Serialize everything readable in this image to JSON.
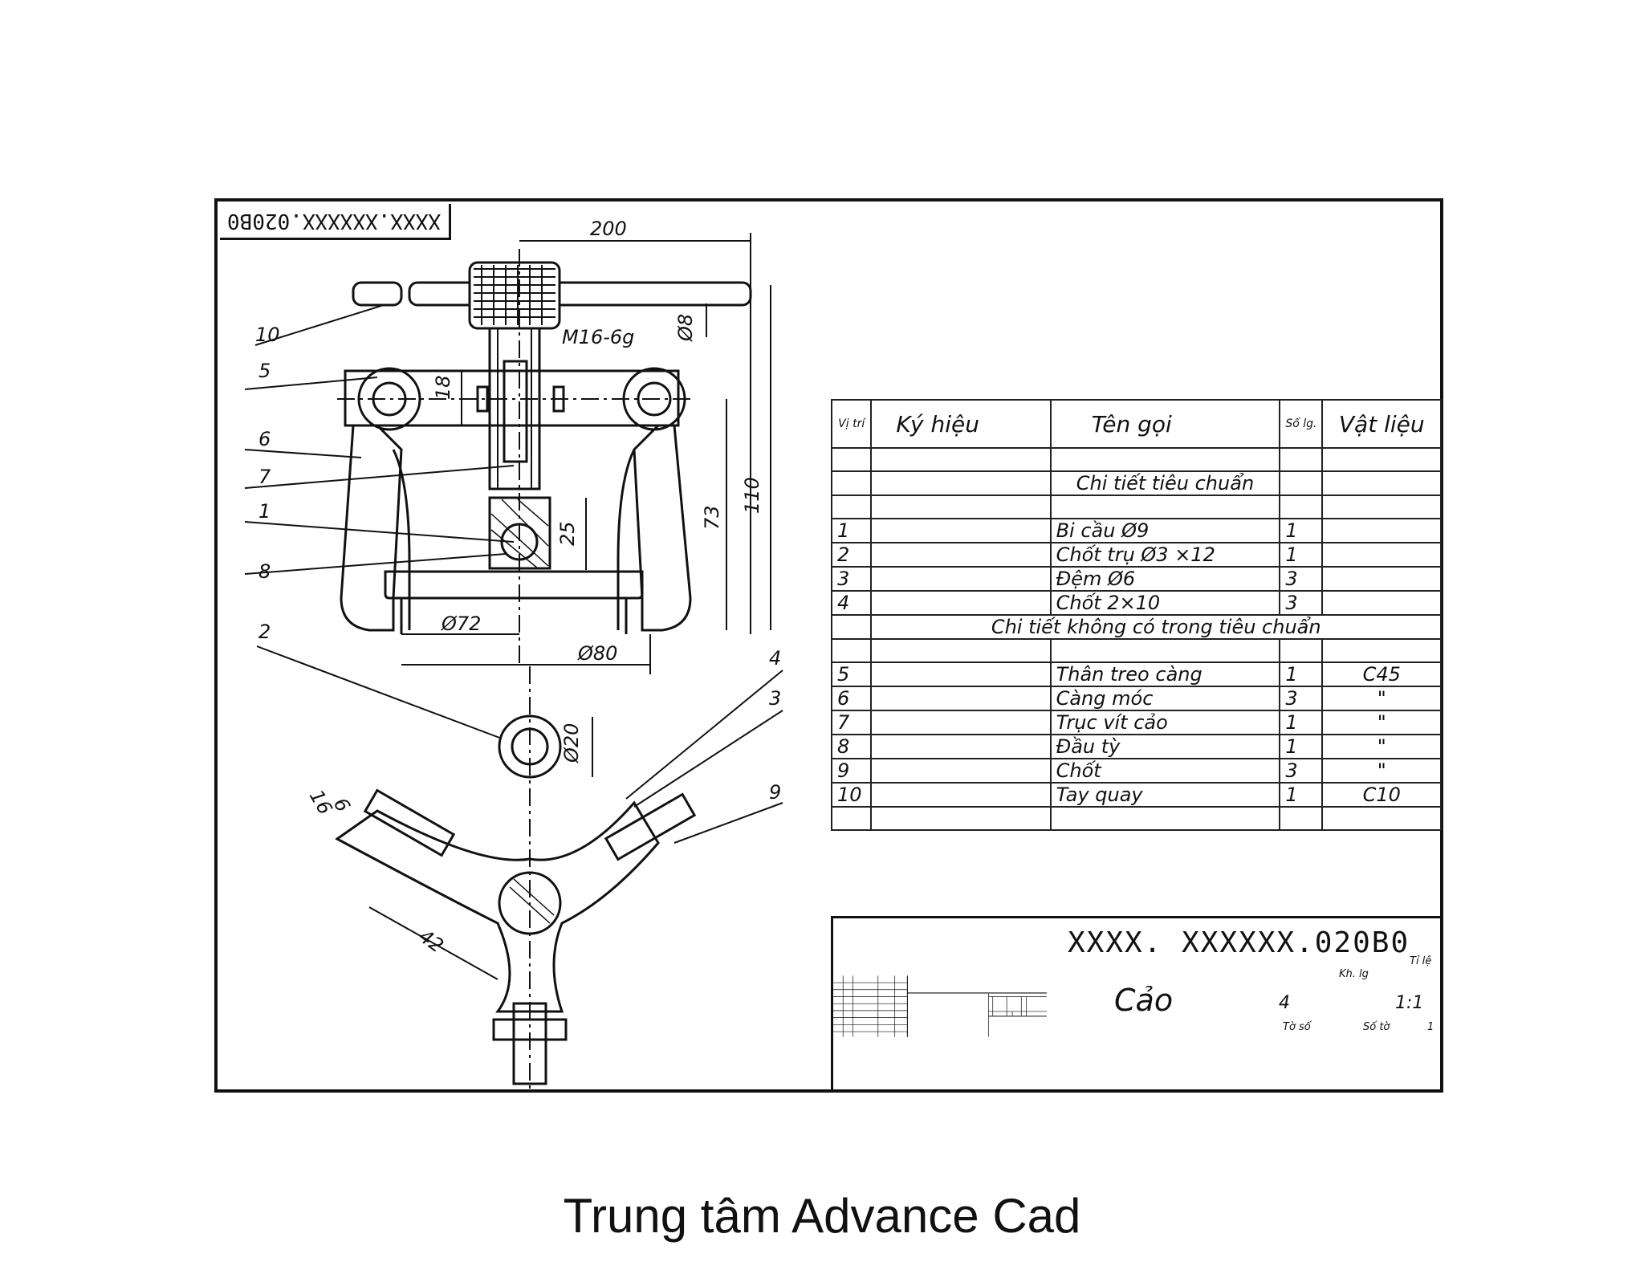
{
  "drawing": {
    "rotated_code": "XXXX.XXXXXX.020B0",
    "dimensions": {
      "d200": "200",
      "m16": "M16-6g",
      "phi8": "Ø8",
      "d18": "18",
      "d73": "73",
      "d110": "110",
      "d25": "25",
      "phi72": "Ø72",
      "phi80": "Ø80",
      "phi20": "Ø20",
      "d16": "16",
      "d6": "6",
      "d42": "42"
    },
    "balloons": {
      "b10": "10",
      "b5": "5",
      "b6": "6",
      "b7": "7",
      "b1": "1",
      "b8": "8",
      "b2": "2",
      "b4": "4",
      "b3": "3",
      "b9": "9"
    }
  },
  "parts_table": {
    "headers": {
      "pos": "Vị trí",
      "symbol": "Ký hiệu",
      "name": "Tên gọi",
      "qty": "Số lg.",
      "material": "Vật liệu"
    },
    "group_standard": "Chi tiết tiêu chuẩn",
    "group_nonstandard": "Chi tiết không có trong tiêu chuẩn",
    "standard_rows": [
      {
        "pos": "1",
        "name": "Bi cầu  Ø9",
        "qty": "1",
        "material": ""
      },
      {
        "pos": "2",
        "name": "Chốt trụ Ø3 ×12",
        "qty": "1",
        "material": ""
      },
      {
        "pos": "3",
        "name": "Đệm    Ø6",
        "qty": "3",
        "material": ""
      },
      {
        "pos": "4",
        "name": "Chốt      2×10",
        "qty": "3",
        "material": ""
      }
    ],
    "nonstandard_rows": [
      {
        "pos": "5",
        "name": "Thân treo càng",
        "qty": "1",
        "material": "C45"
      },
      {
        "pos": "6",
        "name": "Càng móc",
        "qty": "3",
        "material": "\""
      },
      {
        "pos": "7",
        "name": "Trục vít cảo",
        "qty": "1",
        "material": "\""
      },
      {
        "pos": "8",
        "name": "Đầu tỳ",
        "qty": "1",
        "material": "\""
      },
      {
        "pos": "9",
        "name": "Chốt",
        "qty": "3",
        "material": "\""
      },
      {
        "pos": "10",
        "name": "Tay quay",
        "qty": "1",
        "material": "C10"
      }
    ]
  },
  "title_block": {
    "code": "XXXX. XXXXXX.020B0",
    "name": "Cảo",
    "quantity": "4",
    "scale": "1:1",
    "label_scale": "Tỉ lệ",
    "label_mass": "Kh. lg",
    "label_sheet": "Tờ số",
    "label_sheets": "Số tờ",
    "sheets": "1"
  },
  "caption": "Trung tâm Advance Cad"
}
